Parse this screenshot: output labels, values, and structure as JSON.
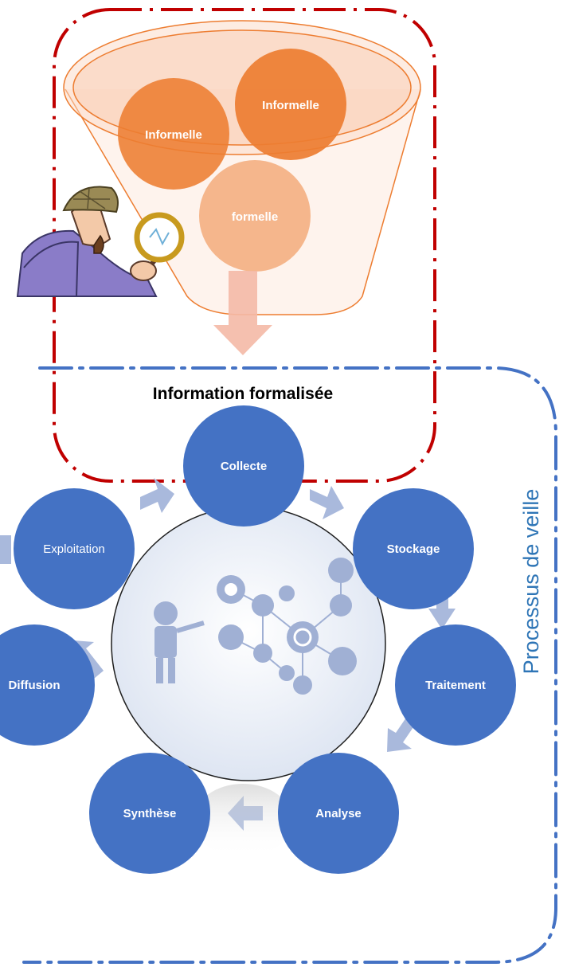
{
  "funnel": {
    "bubbles": [
      {
        "label": "Informelle"
      },
      {
        "label": "Informelle"
      },
      {
        "label": "formelle"
      }
    ],
    "output_label": "Information formalisée"
  },
  "cycle": {
    "side_label": "Processus de veille",
    "steps": [
      {
        "label": "Collecte"
      },
      {
        "label": "Stockage"
      },
      {
        "label": "Traitement"
      },
      {
        "label": "Analyse"
      },
      {
        "label": "Synthèse"
      },
      {
        "label": "Diffusion"
      },
      {
        "label": "Exploitation"
      }
    ]
  },
  "colors": {
    "step_fill": "#4472c4",
    "arrow_fill": "#a9b9dc",
    "bubble_dark": "#ed7d31",
    "bubble_light": "#f4b183",
    "red_frame": "#c00000",
    "blue_frame": "#4472c4",
    "side_text": "#2e75b6"
  },
  "icons": {
    "detective": "detective-with-magnifier-icon",
    "center": "person-with-network-icons"
  }
}
